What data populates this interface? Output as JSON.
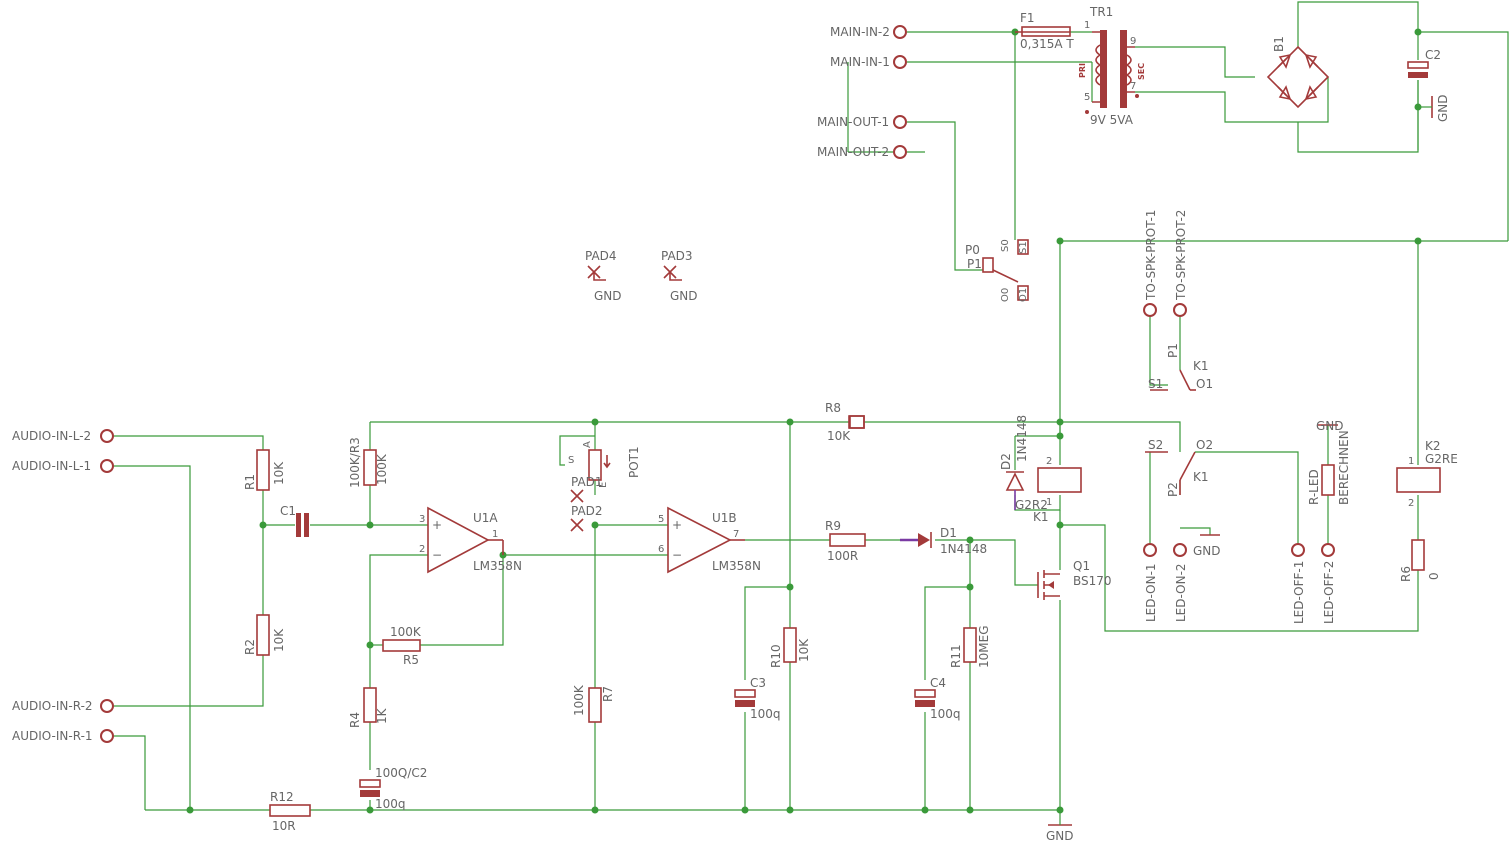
{
  "ports": {
    "main_in_2": "MAIN-IN-2",
    "main_in_1": "MAIN-IN-1",
    "main_out_1": "MAIN-OUT-1",
    "main_out_2": "MAIN-OUT-2",
    "audio_l2": "AUDIO-IN-L-2",
    "audio_l1": "AUDIO-IN-L-1",
    "audio_r2": "AUDIO-IN-R-2",
    "audio_r1": "AUDIO-IN-R-1",
    "spk1": "TO-SPK-PROT-1",
    "spk2": "TO-SPK-PROT-2",
    "led_on1": "LED-ON-1",
    "led_on2": "LED-ON-2",
    "led_off1": "LED-OFF-1",
    "led_off2": "LED-OFF-2"
  },
  "labels": {
    "f1": "F1",
    "f1_val": "0,315A T",
    "tr1": "TR1",
    "tr1_val": "9V 5VA",
    "pri": "PRI",
    "sec": "SEC",
    "pin1": "1",
    "pin5": "5",
    "pin9": "9",
    "pin7": "7",
    "b1": "B1",
    "c2": "C2",
    "gnd": "GND",
    "pad4": "PAD4",
    "pad3": "PAD3",
    "pad1": "PAD1",
    "pad2": "PAD2",
    "sw_p0": "P0",
    "sw_p1": "P1",
    "sw_s0": "S0",
    "sw_s1": "S1",
    "sw_o1": "O1",
    "sw_o0": "O0",
    "k1a_p1": "P1",
    "k1a_s1": "S1",
    "k1a_o1": "O1",
    "k1": "K1",
    "k1b_s2": "S2",
    "k1b_o2": "O2",
    "k1b_p2": "P2",
    "r8": "R8",
    "r8_val": "10K",
    "r9": "R9",
    "r9_val": "100R",
    "d1": "D1",
    "d1_val": "1N4148",
    "d2": "D2",
    "d2_val": "1N4148",
    "q1": "Q1",
    "q1_val": "BS170",
    "k1_coil": "K1",
    "k1_type": "G2R2",
    "k1_pin2": "2",
    "k1_pin1": "1",
    "k2": "K2",
    "k2_type": "G2RE",
    "k2_pin1": "1",
    "k2_pin2": "2",
    "r6": "R6",
    "r6_val": "0",
    "r_led": "R-LED",
    "r_led_val": "BERECHNEN",
    "r1": "R1",
    "r1_val": "10K",
    "r2": "R2",
    "r2_val": "10K",
    "c1": "C1",
    "r3": "100K/R3",
    "r3_val": "100K",
    "u1a": "U1A",
    "u1a_val": "LM358N",
    "u1b": "U1B",
    "u1b_val": "LM358N",
    "pin_3": "3",
    "pin_2": "2",
    "pin_1": "1",
    "pin_5": "5",
    "pin_6": "6",
    "pin_7": "7",
    "plus": "+",
    "minus": "−",
    "pot1": "POT1",
    "pot_s": "S",
    "pot_a": "A",
    "pot_e": "E",
    "r5_val": "100K",
    "r5": "R5",
    "r4": "R4",
    "r4_val": "1K",
    "c5": "100Q/C2",
    "c5_val": "100q",
    "r7_val": "100K",
    "r7": "R7",
    "r10": "R10",
    "r10_val": "10K",
    "c3": "C3",
    "c3_val": "100q",
    "r11": "R11",
    "r11_val": "10MEG",
    "c4": "C4",
    "c4_val": "100q",
    "r12": "R12",
    "r12_val": "10R"
  }
}
